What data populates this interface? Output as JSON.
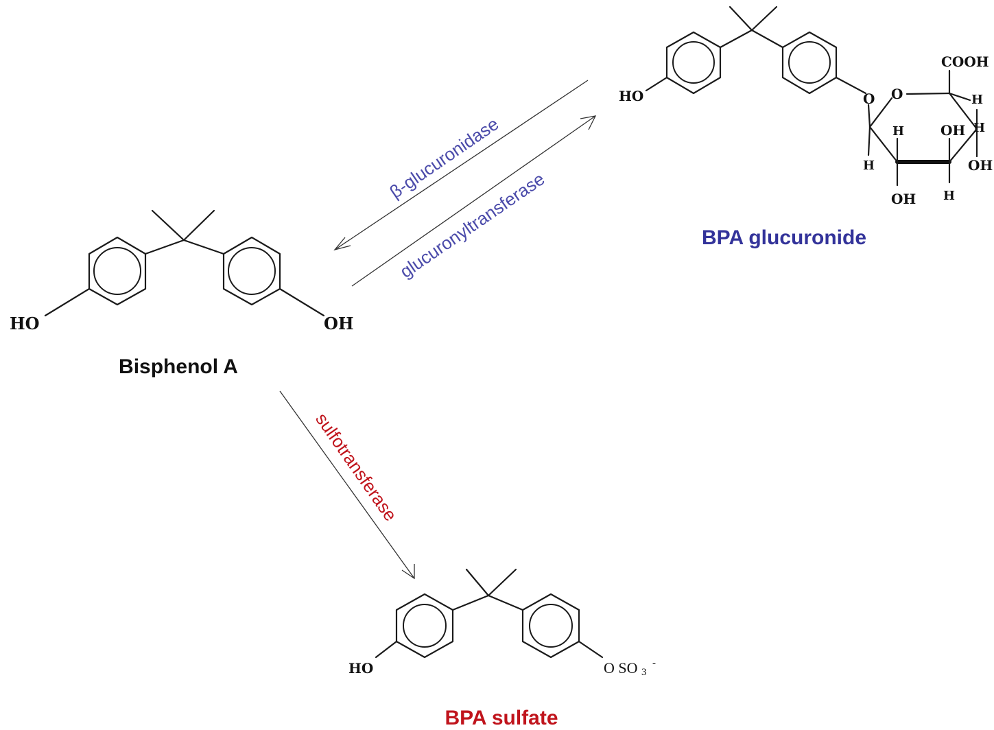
{
  "molecules": {
    "bpa": {
      "name": "Bisphenol A",
      "name_color": "#111111",
      "groups": {
        "left": "HO",
        "right": "OH"
      }
    },
    "glucuronide": {
      "name": "BPA glucuronide",
      "name_color": "#33339a",
      "groups": {
        "ho": "HO",
        "o_link": "O",
        "o_ring": "O",
        "cooh": "COOH",
        "h_c5": "H",
        "h_c1": "H",
        "h_c2_in": "H",
        "oh_c3": "OH",
        "h_c4": "H",
        "oh_c4": "OH",
        "oh_c2": "OH",
        "h_c3": "H"
      }
    },
    "sulfate": {
      "name": "BPA sulfate",
      "name_color": "#c0141c",
      "groups": {
        "ho": "HO",
        "o": "O",
        "so3": "SO",
        "sub": "3",
        "charge": "-"
      }
    }
  },
  "reactions": {
    "deglucuronidation": {
      "enzyme": "β-glucuronidase",
      "color": "#4b4baa"
    },
    "glucuronidation": {
      "enzyme": "glucuronyltransferase",
      "color": "#4b4baa"
    },
    "sulfation": {
      "enzyme": "sulfotransferase",
      "color": "#c0141c"
    }
  }
}
